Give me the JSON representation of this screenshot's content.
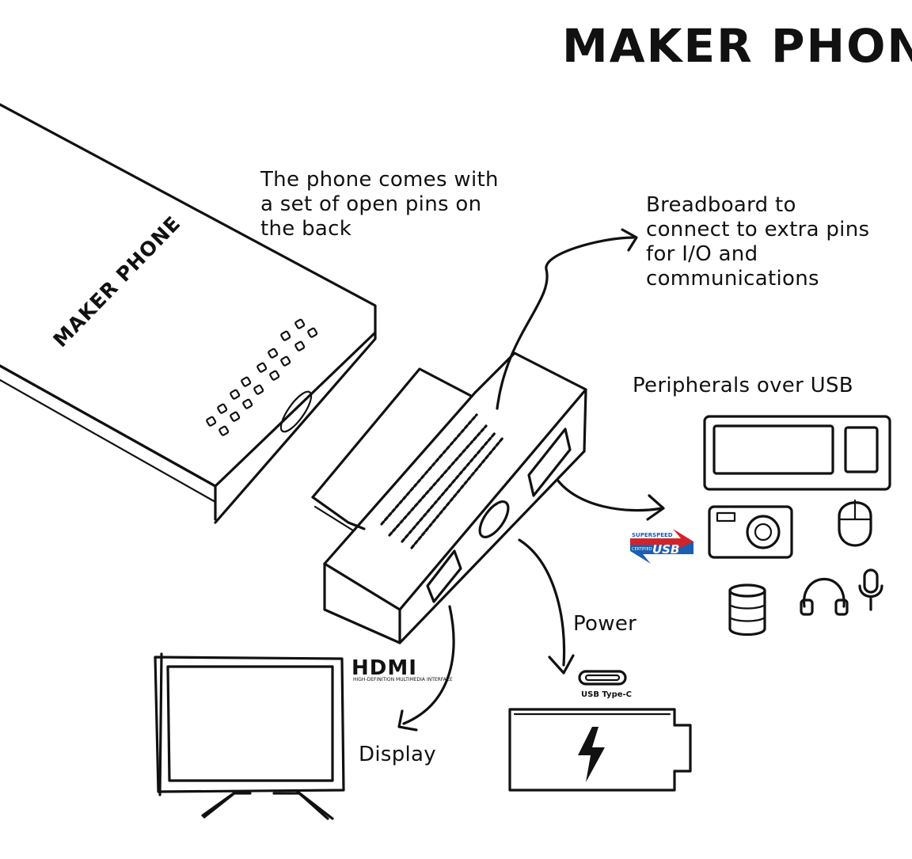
{
  "title": "MAKER PHONE",
  "phone": {
    "brand": "MAKER PHONE"
  },
  "captions": {
    "pins": [
      "The phone comes with",
      "a set of open pins on",
      "the back"
    ],
    "breadboard": [
      "Breadboard to",
      "connect to extra pins",
      "for I/O and",
      "communications"
    ],
    "peripherals": "Peripherals over USB",
    "power": "Power",
    "display": "Display"
  },
  "logos": {
    "hdmi": "HDMI",
    "hdmi_tagline": "HIGH-DEFINITION MULTIMEDIA INTERFACE",
    "usb_superspeed_top": "SUPERSPEED",
    "usb_superspeed_small": "CERTIFIED",
    "usb_superspeed_main": "USB",
    "usb_c": "USB Type-C"
  },
  "colors": {
    "ink": "#111111",
    "usb_red": "#d2232a",
    "usb_blue": "#1b5fb0"
  }
}
